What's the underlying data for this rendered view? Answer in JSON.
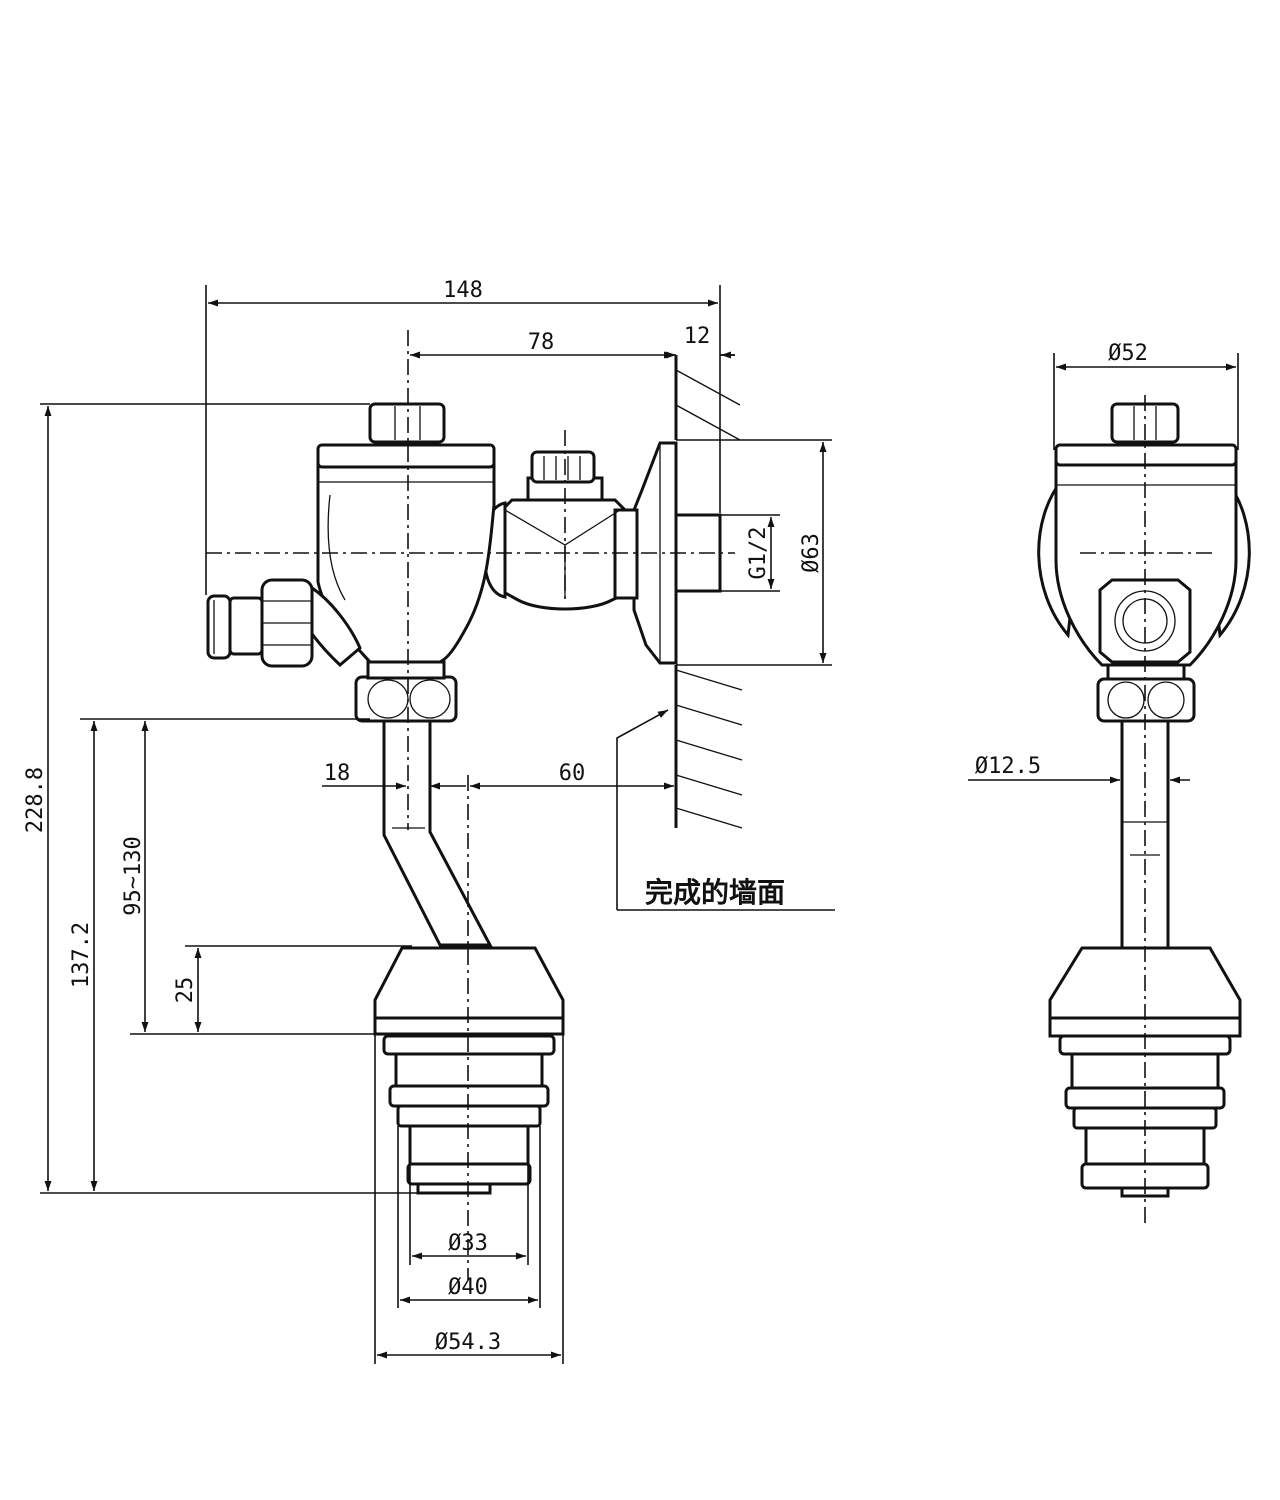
{
  "dimensions": {
    "overall_width": "148",
    "valve_to_wall": "78",
    "flange_depth": "12",
    "cover_diameter": "Ø52",
    "inlet_thread": "G1/2",
    "flange_diameter": "Ø63",
    "pipe_diameter": "Ø12.5",
    "pipe_offset": "18",
    "pipe_to_wall": "60",
    "overall_height": "228.8",
    "height_to_outlet": "137.2",
    "adjustable_length": "95~130",
    "cap_height": "25",
    "outlet_d33": "Ø33",
    "outlet_d40": "Ø40",
    "outlet_d543": "Ø54.3"
  },
  "labels": {
    "finished_wall": "完成的墙面"
  }
}
